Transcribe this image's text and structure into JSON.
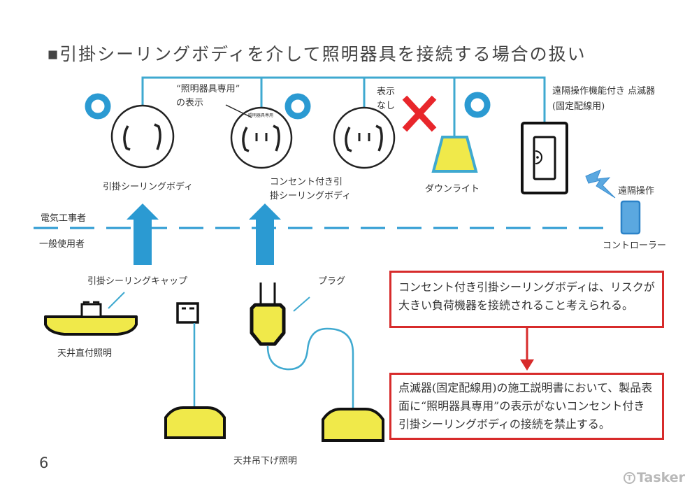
{
  "title": "■引掛シーリングボディを介して照明器具を接続する場合の扱い",
  "page_number": "6",
  "logo": {
    "text": "Tasker",
    "icon": "tasker-logo-icon"
  },
  "devices": {
    "ceiling_body": {
      "label": "引掛シーリングボディ",
      "status": "ok",
      "icon": "blue-circle-ok-icon"
    },
    "outlet_body_labeled": {
      "label_line1": "コンセント付き引",
      "label_line2": "掛シーリングボディ",
      "marking": "照明器具専用",
      "callout_line1": "“照明器具専用”",
      "callout_line2": "の表示",
      "status": "ok",
      "icon": "blue-circle-ok-icon"
    },
    "outlet_body_unlabeled": {
      "callout_line1": "表示",
      "callout_line2": "なし",
      "status": "ng",
      "icon": "red-cross-ng-icon"
    },
    "downlight": {
      "label": "ダウンライト",
      "status": "ok",
      "icon": "blue-circle-ok-icon"
    },
    "dimmer_switch": {
      "label_line1": "遠隔操作機能付き 点滅器",
      "label_line2": "(固定配線用)"
    },
    "remote": {
      "signal_label": "遠隔操作",
      "label": "コントローラー"
    }
  },
  "divider": {
    "upper_label": "電気工事者",
    "lower_label": "一般使用者"
  },
  "fixtures": {
    "ceiling_cap_label": "引掛シーリングキャップ",
    "direct_mount_label": "天井直付照明",
    "plug_label": "プラグ",
    "pendant_label": "天井吊下げ照明"
  },
  "notes": {
    "risk": "コンセント付き引掛シーリングボディは、リスクが大きい負荷機器を接続されること考えられる。",
    "rule": "点滅器(固定配線用)の施工説明書において、製品表面に“照明器具専用”の表示がないコンセント付き引掛シーリングボディの接続を禁止する。"
  },
  "colors": {
    "wire": "#3fa9d0",
    "arrow": "#2b9ad2",
    "ok_circle": "#2b9ad2",
    "ng_cross": "#e8262b",
    "lamp_fill": "#f0e94a",
    "note_border": "#d72b2b"
  }
}
